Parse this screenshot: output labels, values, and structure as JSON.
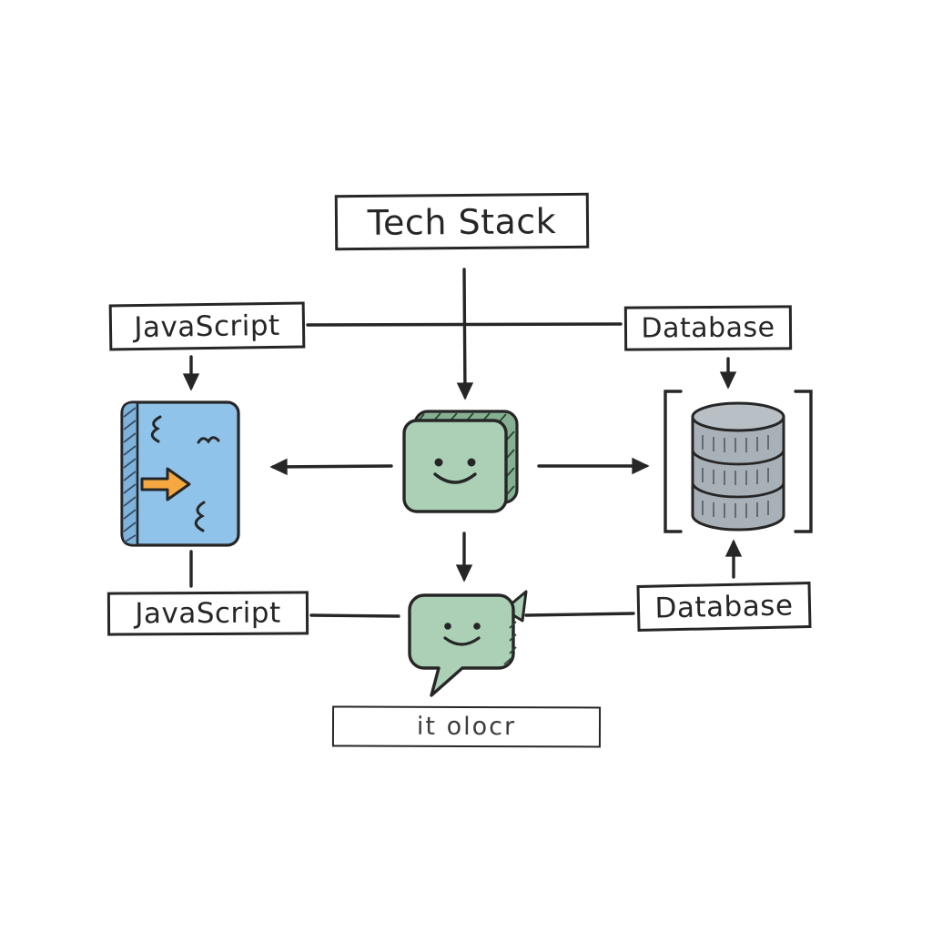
{
  "diagram": {
    "title": "Tech Stack",
    "nodes": {
      "title_box": {
        "label": "Tech Stack"
      },
      "javascript_top": {
        "label": "JavaScript"
      },
      "database_top": {
        "label": "Database"
      },
      "javascript_bottom": {
        "label": "JavaScript"
      },
      "database_bottom": {
        "label": "Database"
      },
      "caption": {
        "label": "it olocr"
      }
    },
    "icons": {
      "code_book": "blue-code-book-icon",
      "app_cube": "green-cube-smiley-icon",
      "database": "database-cylinder-stack-icon",
      "chat_bubble": "green-chat-bubble-smiley-icon"
    },
    "colors": {
      "stroke": "#262626",
      "blue_fill": "#8fc3ea",
      "blue_spine": "#7fb3dc",
      "green_fill": "#abd0b6",
      "green_dark": "#86b092",
      "gray_fill": "#a9b1b8",
      "gray_top": "#b8c0c6",
      "orange_fill": "#f4a83f",
      "background": "#ffffff"
    }
  }
}
